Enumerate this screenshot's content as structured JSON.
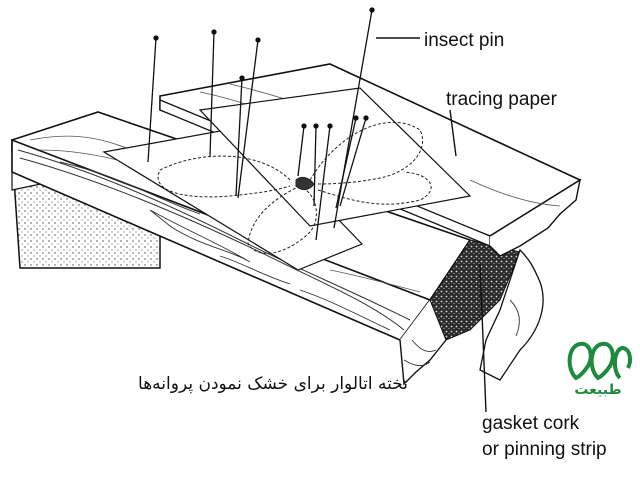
{
  "labels": {
    "insect_pin": "insect pin",
    "tracing_paper": "tracing paper",
    "gasket_line1": "gasket cork",
    "gasket_line2": "or pinning strip"
  },
  "caption": "تخته اتالوار برای خشک نمودن پروانه‌ها",
  "logo": {
    "text": "طبیعت",
    "color": "#1d8a3e"
  },
  "colors": {
    "ink": "#111111",
    "paper": "#ffffff"
  }
}
